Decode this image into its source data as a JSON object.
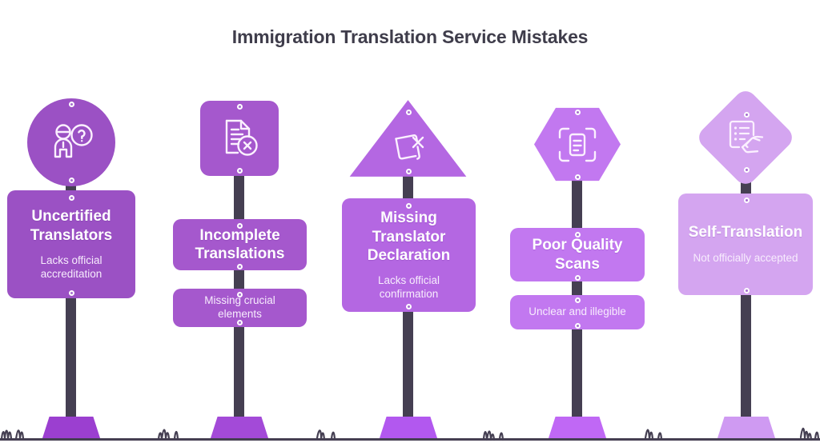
{
  "header": {
    "title": "Immigration Translation Service Mistakes"
  },
  "colors": {
    "background": "#ffffff",
    "title_text": "#3f3d4b",
    "post": "#453f52",
    "ground": "#453f52",
    "sign_text": "#ffffff",
    "sub_text": "#f7ecfd",
    "screw": "#ffffff"
  },
  "items": [
    {
      "id": "uncertified-translators",
      "title": "Uncertified Translators",
      "subtitle": "Lacks official accreditation",
      "icon_name": "person-question-icon",
      "shape": "circle",
      "color": "#9b51c4",
      "layout": "combined"
    },
    {
      "id": "incomplete-translations",
      "title": "Incomplete Translations",
      "subtitle": "Missing crucial elements",
      "icon_name": "document-x-icon",
      "shape": "square",
      "color": "#a558cd",
      "layout": "split"
    },
    {
      "id": "missing-translator-declaration",
      "title": "Missing Translator Declaration",
      "subtitle": "Lacks official confirmation",
      "icon_name": "document-cross-triangle-icon",
      "shape": "triangle",
      "color": "#b467e2",
      "layout": "combined"
    },
    {
      "id": "poor-quality-scans",
      "title": "Poor Quality Scans",
      "subtitle": "Unclear and illegible",
      "icon_name": "document-scan-icon",
      "shape": "hexagon",
      "color": "#c278f0",
      "layout": "split"
    },
    {
      "id": "self-translation",
      "title": "Self-Translation",
      "subtitle": "Not officially accepted",
      "icon_name": "hand-writing-form-icon",
      "shape": "diamond",
      "color": "#d4a5f0",
      "layout": "combined"
    }
  ]
}
